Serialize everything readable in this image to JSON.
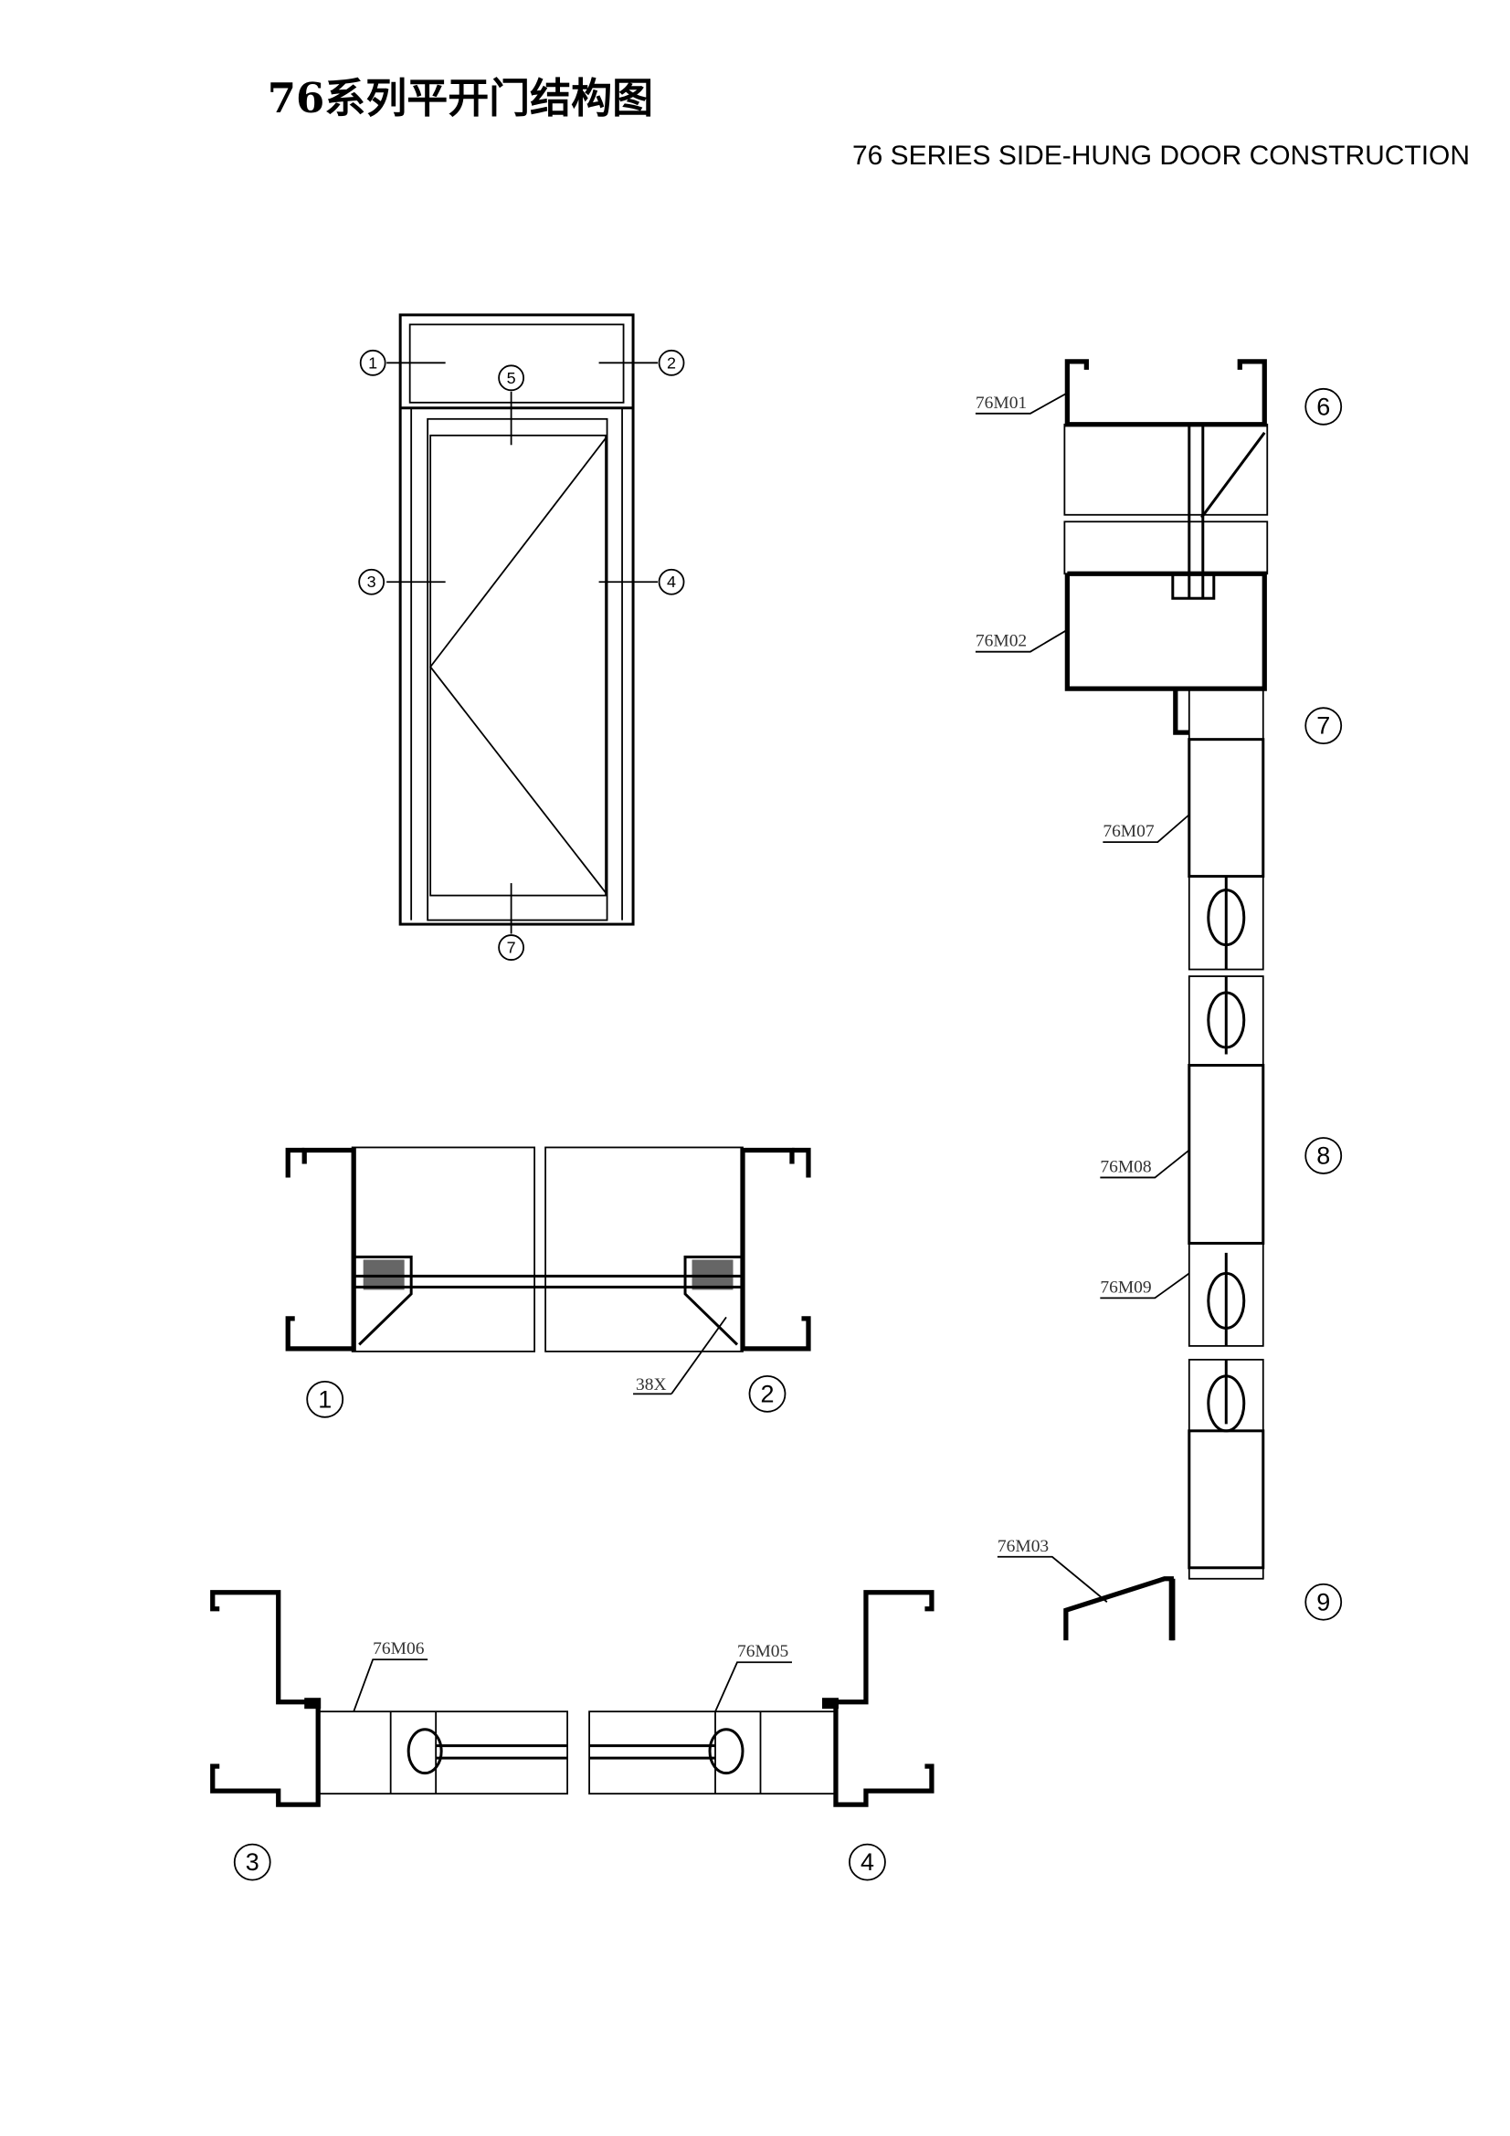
{
  "title_cn": "76系列平开门结构图",
  "title_en": "76 SERIES SIDE-HUNG DOOR CONSTRUCTION",
  "elevation": {
    "callouts": [
      "1",
      "2",
      "3",
      "4",
      "5",
      "7"
    ]
  },
  "sections": {
    "s12": {
      "callouts": [
        "1",
        "2"
      ],
      "labels": [
        "38X"
      ]
    },
    "s34": {
      "callouts": [
        "3",
        "4"
      ],
      "labels": [
        "76M06",
        "76M05"
      ]
    },
    "vertical": {
      "callouts": [
        "6",
        "7",
        "8",
        "9"
      ],
      "labels": [
        "76M01",
        "76M02",
        "76M07",
        "76M08",
        "76M09",
        "76M03"
      ]
    }
  },
  "colors": {
    "line": "#000000",
    "background": "#ffffff"
  }
}
